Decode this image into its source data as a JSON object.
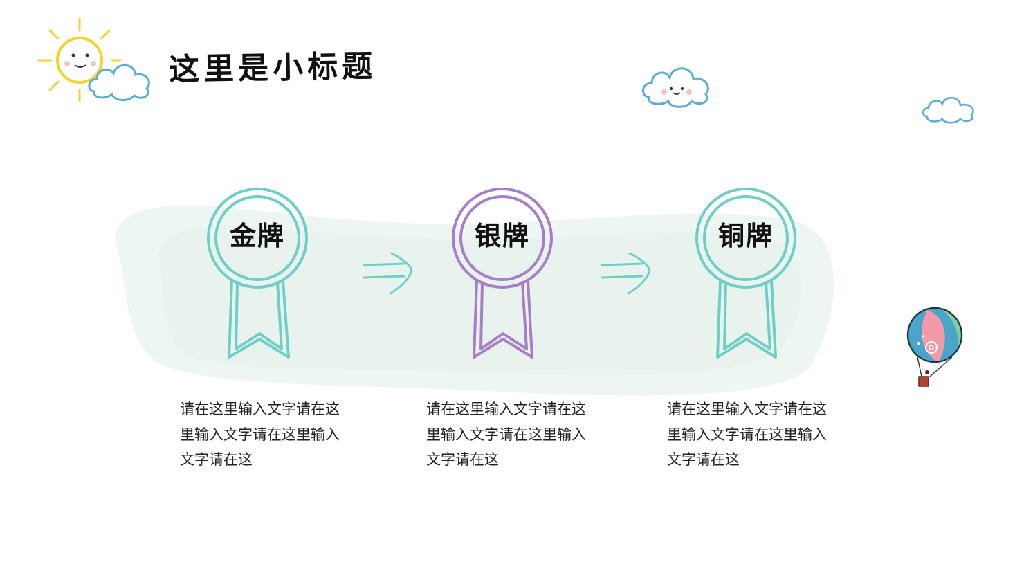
{
  "slide": {
    "title": "这里是小标题",
    "colors": {
      "teal": "#6ecfc6",
      "purple": "#a77fc8",
      "blob": "#eef6f2",
      "sun": "#f7d22a",
      "cloud": "#5aaed6"
    }
  },
  "medals": [
    {
      "label": "金牌",
      "color": "#6ecfc6",
      "description": "请在这里输入文字请在这里输入文字请在这里输入文字请在这"
    },
    {
      "label": "银牌",
      "color": "#a77fc8",
      "description": "请在这里输入文字请在这里输入文字请在这里输入文字请在这"
    },
    {
      "label": "铜牌",
      "color": "#6ecfc6",
      "description": "请在这里输入文字请在这里输入文字请在这里输入文字请在这"
    }
  ],
  "decorations": {
    "icons": [
      "sun-icon",
      "cloud-icon",
      "smiling-cloud-icon",
      "hot-air-balloon-icon",
      "arrow-right-icon",
      "medal-ribbon-icon"
    ]
  }
}
